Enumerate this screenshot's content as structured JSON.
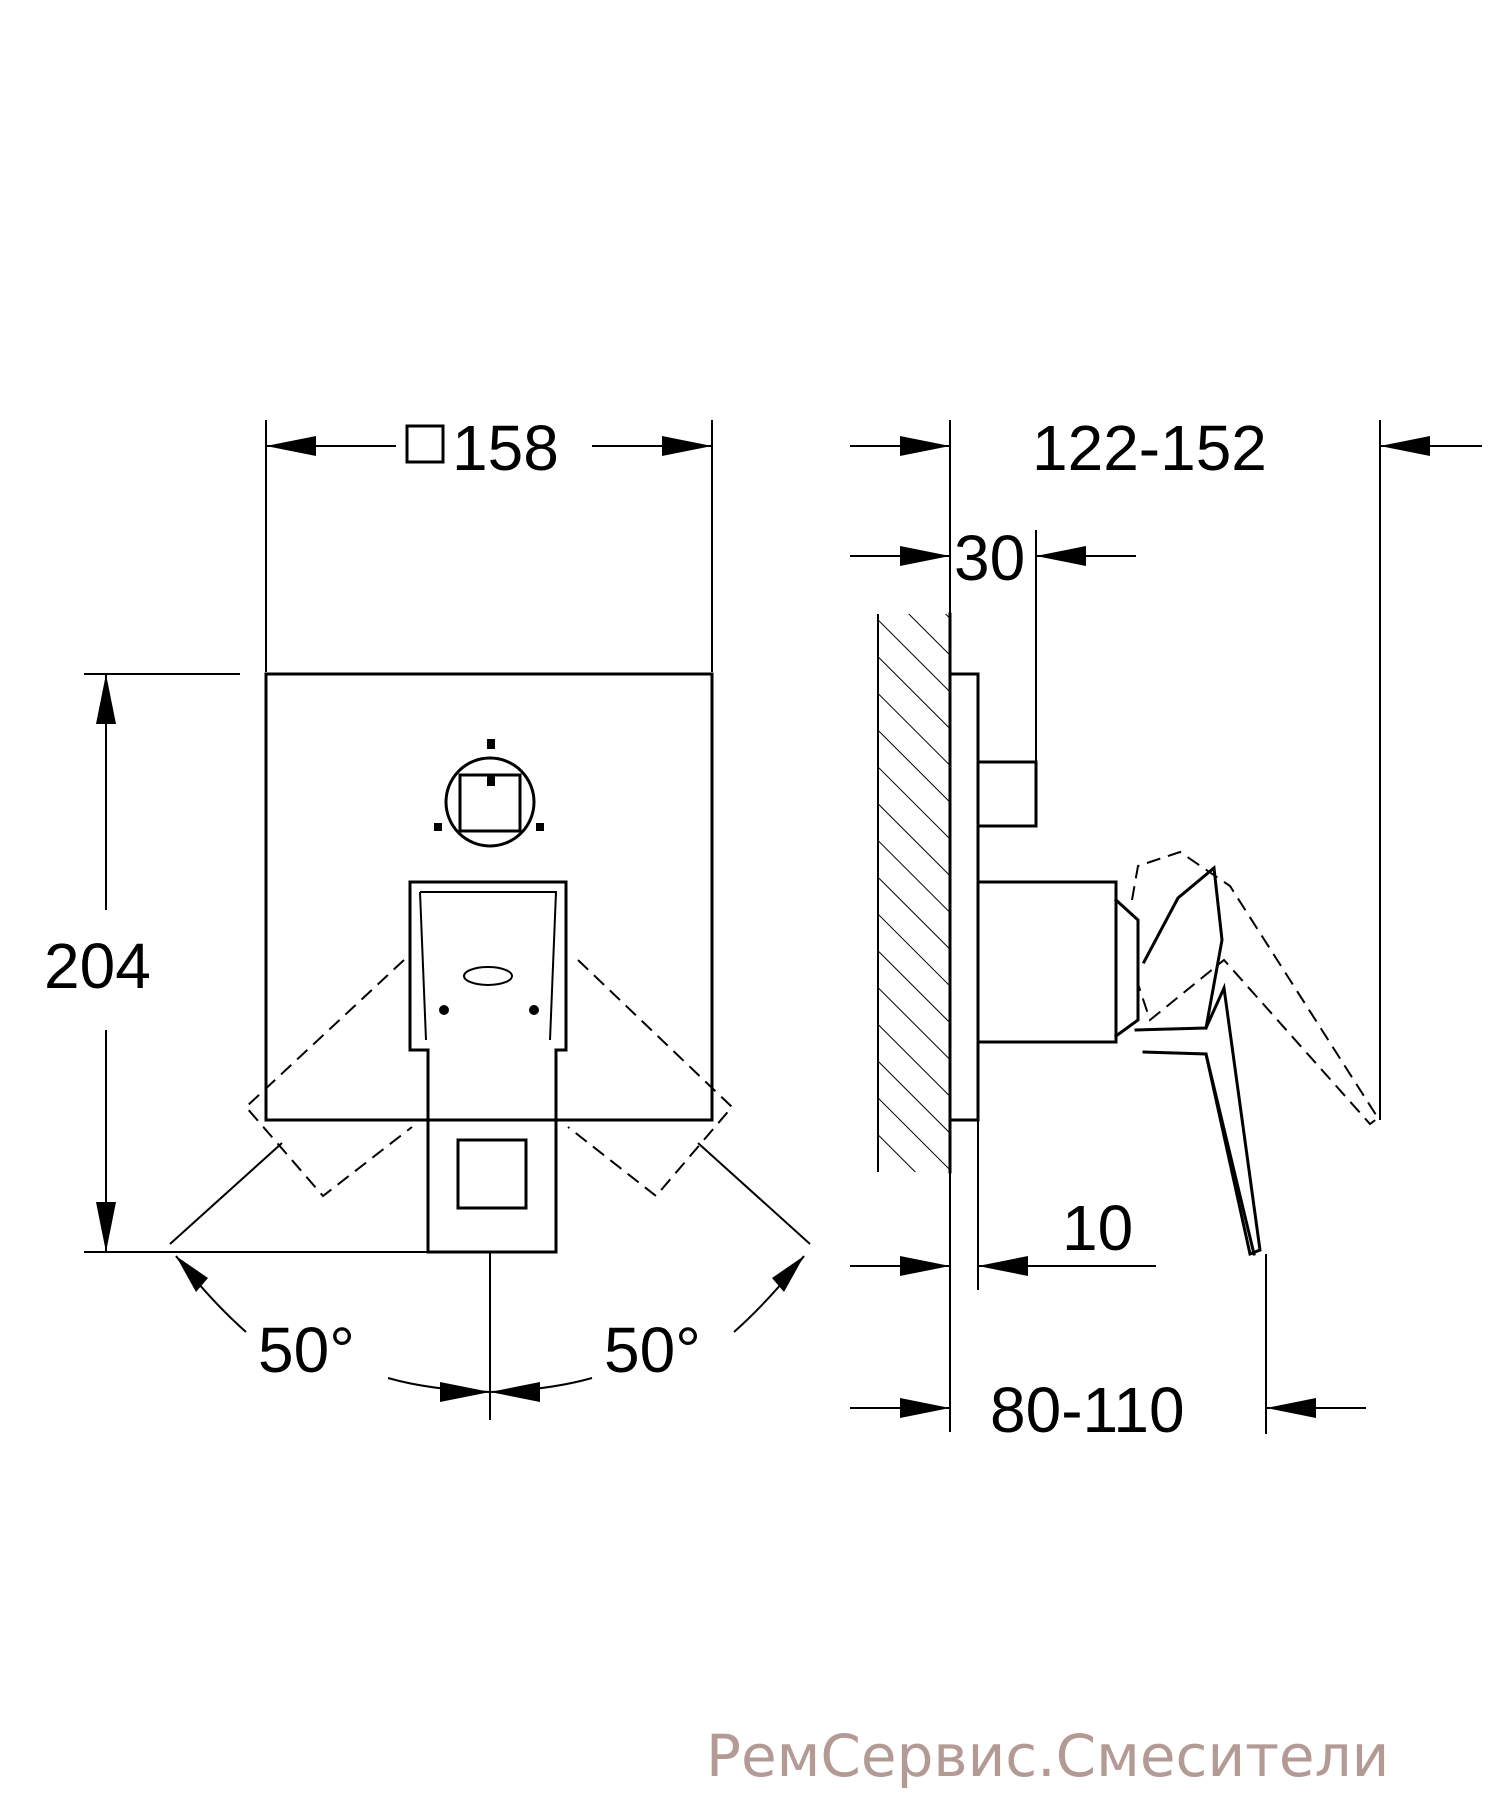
{
  "front_view": {
    "width_dim": "158",
    "height_dim": "204",
    "angle_left": "50°",
    "angle_right": "50°"
  },
  "side_view": {
    "total_depth_dim": "122-152",
    "cartridge_dim": "30",
    "plate_dim": "10",
    "lever_depth_dim": "80-110"
  },
  "watermark": "РемСервис.Смесители"
}
